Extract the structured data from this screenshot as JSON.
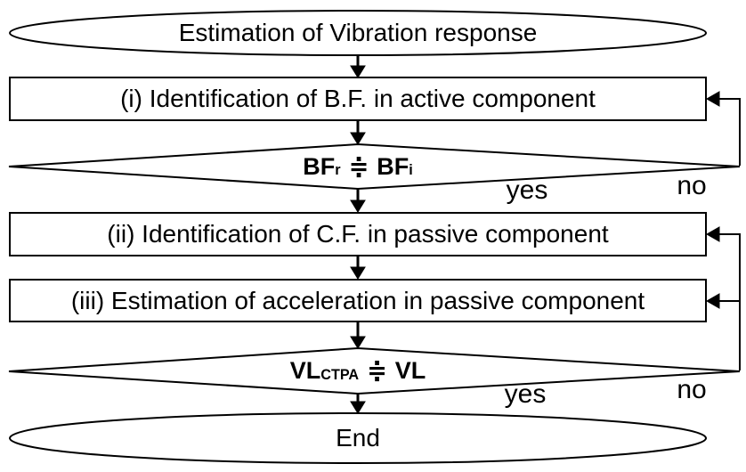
{
  "flowchart": {
    "title_hint": "Flow of estimation of vibration response",
    "colors": {
      "ink": "#000000",
      "background": "#ffffff"
    },
    "start_label": "Estimation of Vibration response",
    "steps": [
      {
        "id": "i",
        "label": "(i) Identification of B.F. in active component"
      },
      {
        "id": "ii",
        "label": "(ii) Identification of C.F. in passive component"
      },
      {
        "id": "iii",
        "label": "(iii) Estimation of acceleration in passive component"
      }
    ],
    "decision1": {
      "lhs_base": "BF",
      "lhs_sub": "r",
      "op": "≑",
      "rhs_base": "BF",
      "rhs_sub": "i",
      "yes_label": "yes",
      "no_label": "no"
    },
    "decision2": {
      "lhs_base": "VL",
      "lhs_sub": "CTPA",
      "op": "≑",
      "rhs_base": "VL",
      "rhs_sub": "",
      "yes_label": "yes",
      "no_label": "no"
    },
    "end_label": "End"
  }
}
